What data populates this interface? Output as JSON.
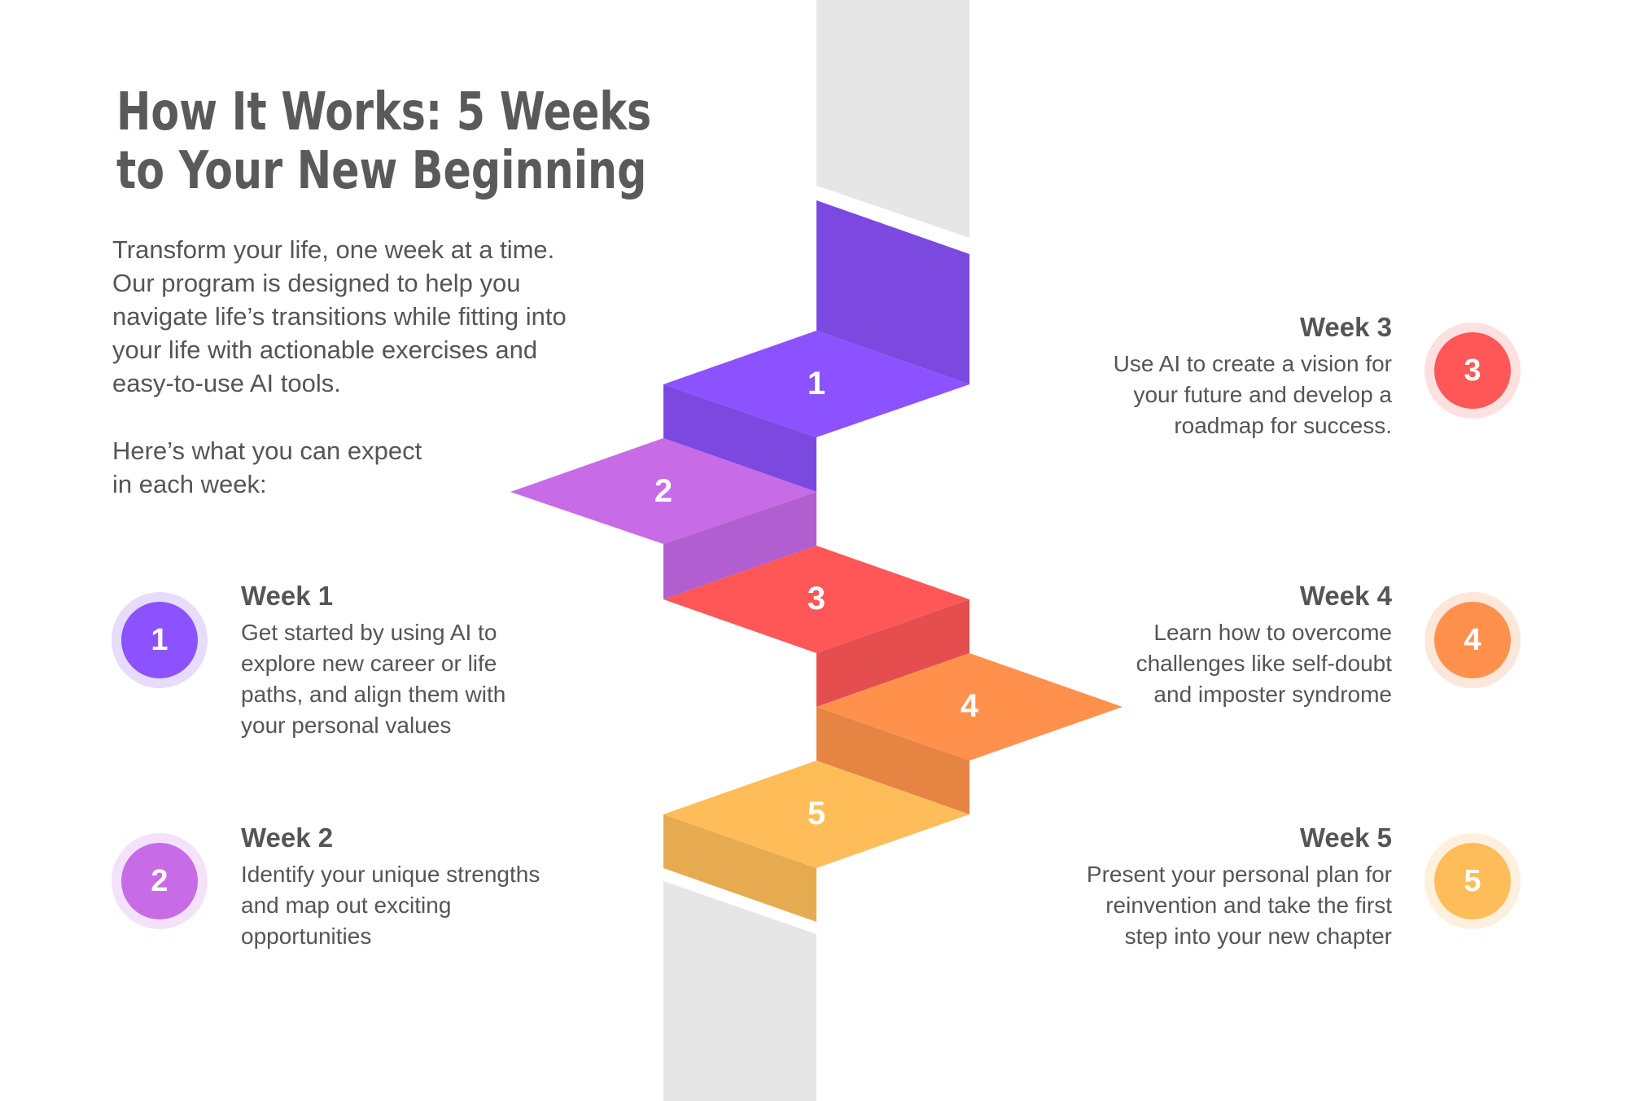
{
  "title": "How It Works: 5 Weeks to Your New Beginning",
  "intro": "Transform your life, one week at a time.\nOur program is designed to help you\nnavigate life’s transitions while fitting into\nyour life with actionable exercises and\neasy-to-use AI tools.",
  "expect": "Here’s what you can expect\nin each week:",
  "steps": [
    {
      "number": "1",
      "color": "#8c52ff"
    },
    {
      "number": "2",
      "color": "#c76be6"
    },
    {
      "number": "3",
      "color": "#ff5757"
    },
    {
      "number": "4",
      "color": "#ff914d"
    },
    {
      "number": "5",
      "color": "#ffbd59"
    }
  ],
  "weeks": [
    {
      "number": "1",
      "title": "Week 1",
      "desc": "Get started by using AI to\nexplore new career or life\npaths, and align them with\nyour personal values",
      "color": "#8c52ff",
      "halo": "#e6dcfc"
    },
    {
      "number": "2",
      "title": "Week 2",
      "desc": "Identify your unique strengths\nand map out exciting\nopportunities",
      "color": "#c76be6",
      "halo": "#f3e2f9"
    },
    {
      "number": "3",
      "title": "Week 3",
      "desc": "Use AI to create a vision for\nyour future and develop a\nroadmap for success.",
      "color": "#ff5757",
      "halo": "#fde0df"
    },
    {
      "number": "4",
      "title": "Week 4",
      "desc": "Learn how to overcome\nchallenges like self-doubt\nand imposter syndrome",
      "color": "#ff914d",
      "halo": "#fde7da"
    },
    {
      "number": "5",
      "title": "Week 5",
      "desc": "Present your personal plan for\nreinvention and take the first\nstep into your new chapter",
      "color": "#ffbd59",
      "halo": "#fdf0dc"
    }
  ]
}
